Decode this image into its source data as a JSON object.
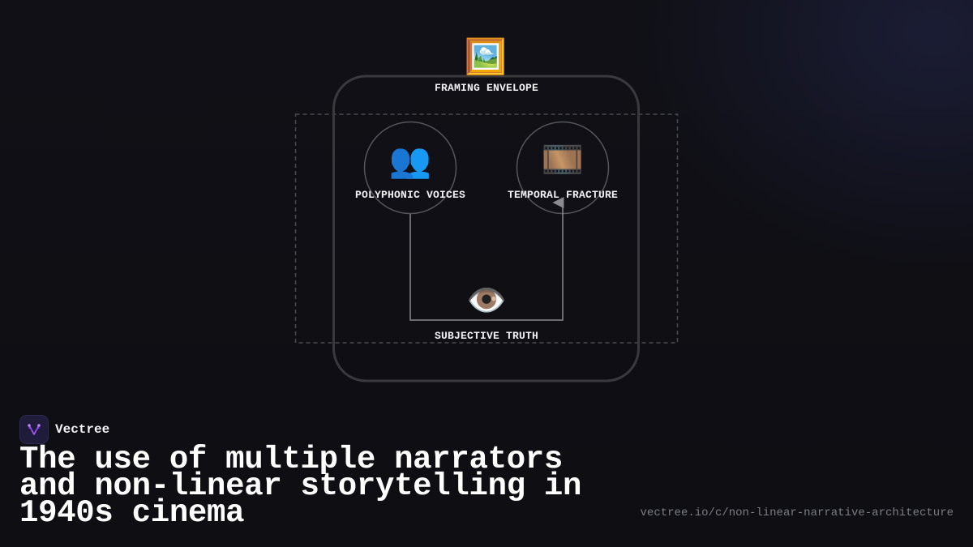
{
  "diagram": {
    "nodes": {
      "framing": {
        "label": "FRAMING ENVELOPE",
        "icon": "framed-picture-icon",
        "glyph": "🖼️"
      },
      "voices": {
        "label": "POLYPHONIC VOICES",
        "icon": "people-icon",
        "glyph": "👥"
      },
      "temporal": {
        "label": "TEMPORAL FRACTURE",
        "icon": "film-strip-icon",
        "glyph": "🎞️"
      },
      "truth": {
        "label": "SUBJECTIVE TRUTH",
        "icon": "eye-icon",
        "glyph": "👁️"
      }
    },
    "edges": [
      {
        "from": "voices",
        "to": "truth"
      },
      {
        "from": "truth",
        "to": "temporal"
      }
    ]
  },
  "brand": {
    "name": "Vectree",
    "logo_icon": "vectree-logo-icon",
    "accent": "#a855f7"
  },
  "headline": "The use of multiple narrators and non-linear storytelling in 1940s cinema",
  "url": "vectree.io/c/non-linear-narrative-architecture",
  "colors": {
    "background": "#101016",
    "frame_stroke": "#3a3a3e",
    "dashed_stroke": "#4a4a52",
    "connector": "#8a8a90"
  }
}
